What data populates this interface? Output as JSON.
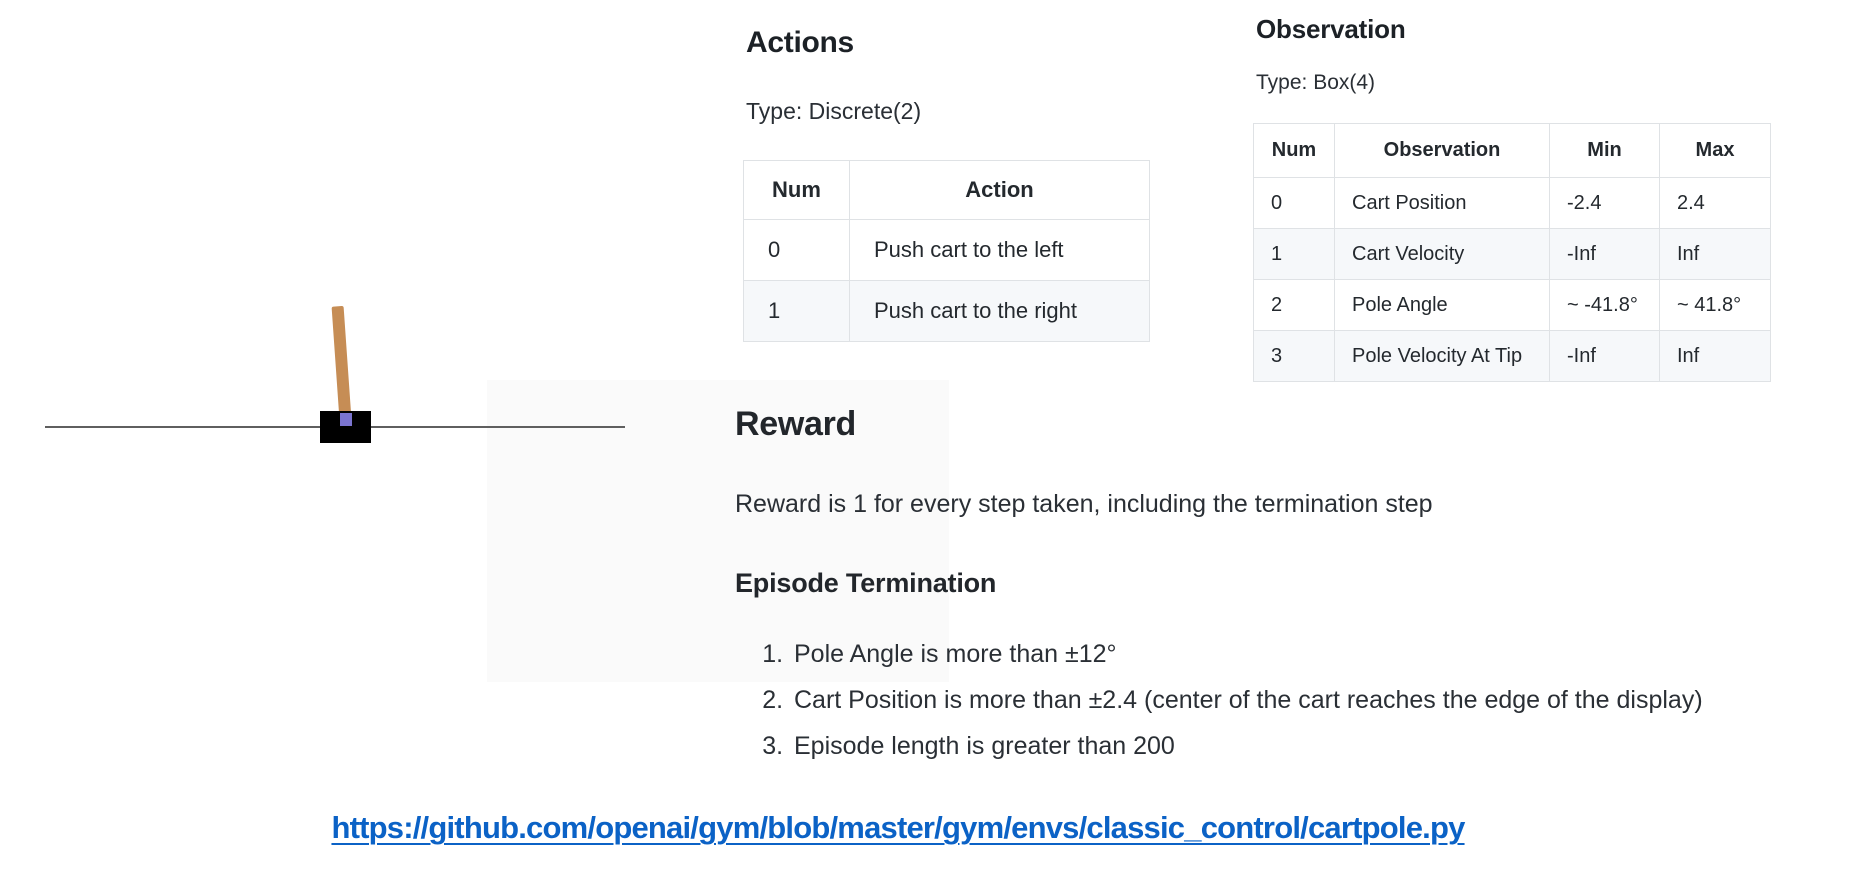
{
  "cartpole": {
    "track_color": "#5f5f5f",
    "cart_color": "#000000",
    "pole_color": "#c68d55",
    "axle_color": "#7b74cf"
  },
  "actions": {
    "title": "Actions",
    "type_line": "Type: Discrete(2)",
    "table": {
      "headers": [
        "Num",
        "Action"
      ],
      "rows": [
        [
          "0",
          "Push cart to the left"
        ],
        [
          "1",
          "Push cart to the right"
        ]
      ]
    }
  },
  "observation": {
    "title": "Observation",
    "type_line": "Type: Box(4)",
    "table": {
      "headers": [
        "Num",
        "Observation",
        "Min",
        "Max"
      ],
      "rows": [
        [
          "0",
          "Cart Position",
          "-2.4",
          "2.4"
        ],
        [
          "1",
          "Cart Velocity",
          "-Inf",
          "Inf"
        ],
        [
          "2",
          "Pole Angle",
          "~ -41.8°",
          "~ 41.8°"
        ],
        [
          "3",
          "Pole Velocity At Tip",
          "-Inf",
          "Inf"
        ]
      ]
    }
  },
  "reward": {
    "title": "Reward",
    "text": "Reward is 1 for every step taken, including the termination step"
  },
  "episode_termination": {
    "title": "Episode Termination",
    "items": [
      "Pole Angle is more than ±12°",
      "Cart Position is more than ±2.4 (center of the cart reaches the edge of the display)",
      "Episode length is greater than 200"
    ]
  },
  "source_link": {
    "text": "https://github.com/openai/gym/blob/master/gym/envs/classic_control/cartpole.py",
    "color": "#0b62c6"
  }
}
